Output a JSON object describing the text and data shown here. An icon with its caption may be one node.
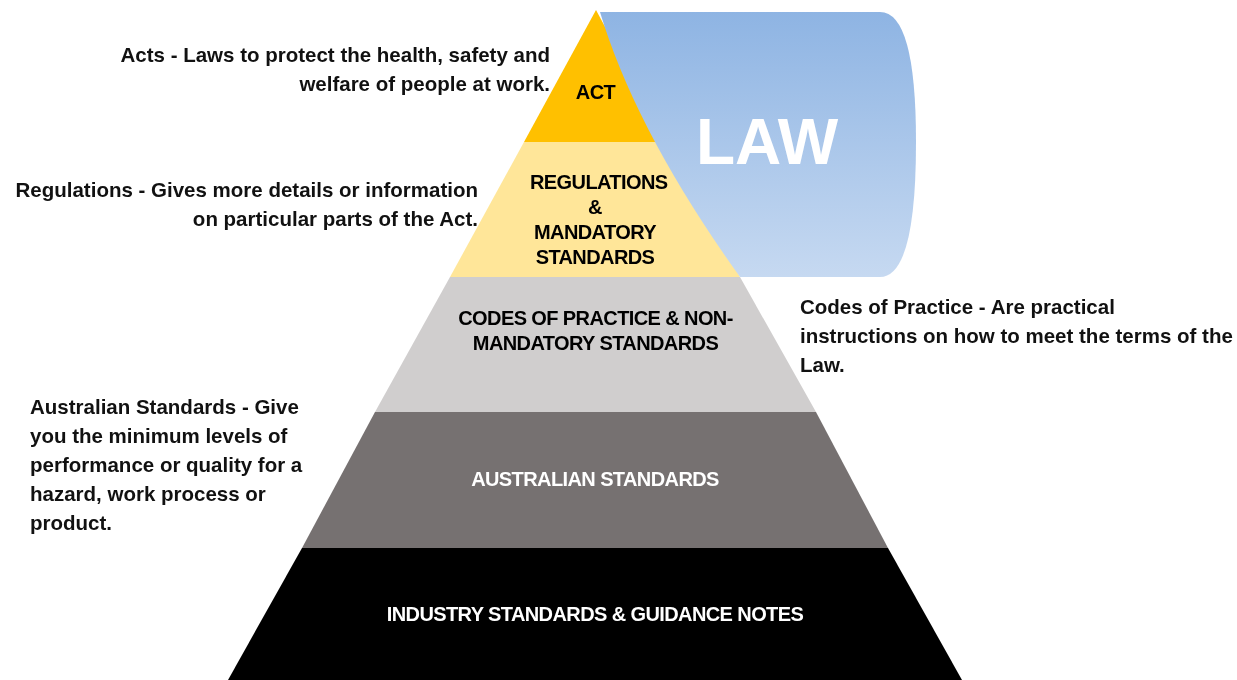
{
  "diagram": {
    "nodes": [
      {
        "text": [
          "ACT"
        ],
        "beside": [
          "Acts - Laws to protect the health, safety and welfare of people at work."
        ]
      },
      {
        "text": [
          "REGULATIONS & MANDATORY STANDARDS"
        ],
        "beside": [
          "Regulations - Gives more details or information on particular parts of the Act."
        ]
      },
      {
        "text": [
          "LAW"
        ]
      },
      {
        "text": [
          "CODES OF PRACTICE & NON-MANDATORY STANDARDS"
        ],
        "beside": [
          "Codes of Practice - Are practical instructions on how to meet the terms of the Law."
        ]
      },
      {
        "text": [
          "AUSTRALIAN STANDARDS"
        ],
        "beside": [
          "Australian Standards - Give you the minimum levels of performance or quality for a hazard, work process or product."
        ]
      },
      {
        "text": [
          "INDUSTRY STANDARDS & GUIDANCE NOTES"
        ]
      }
    ]
  }
}
